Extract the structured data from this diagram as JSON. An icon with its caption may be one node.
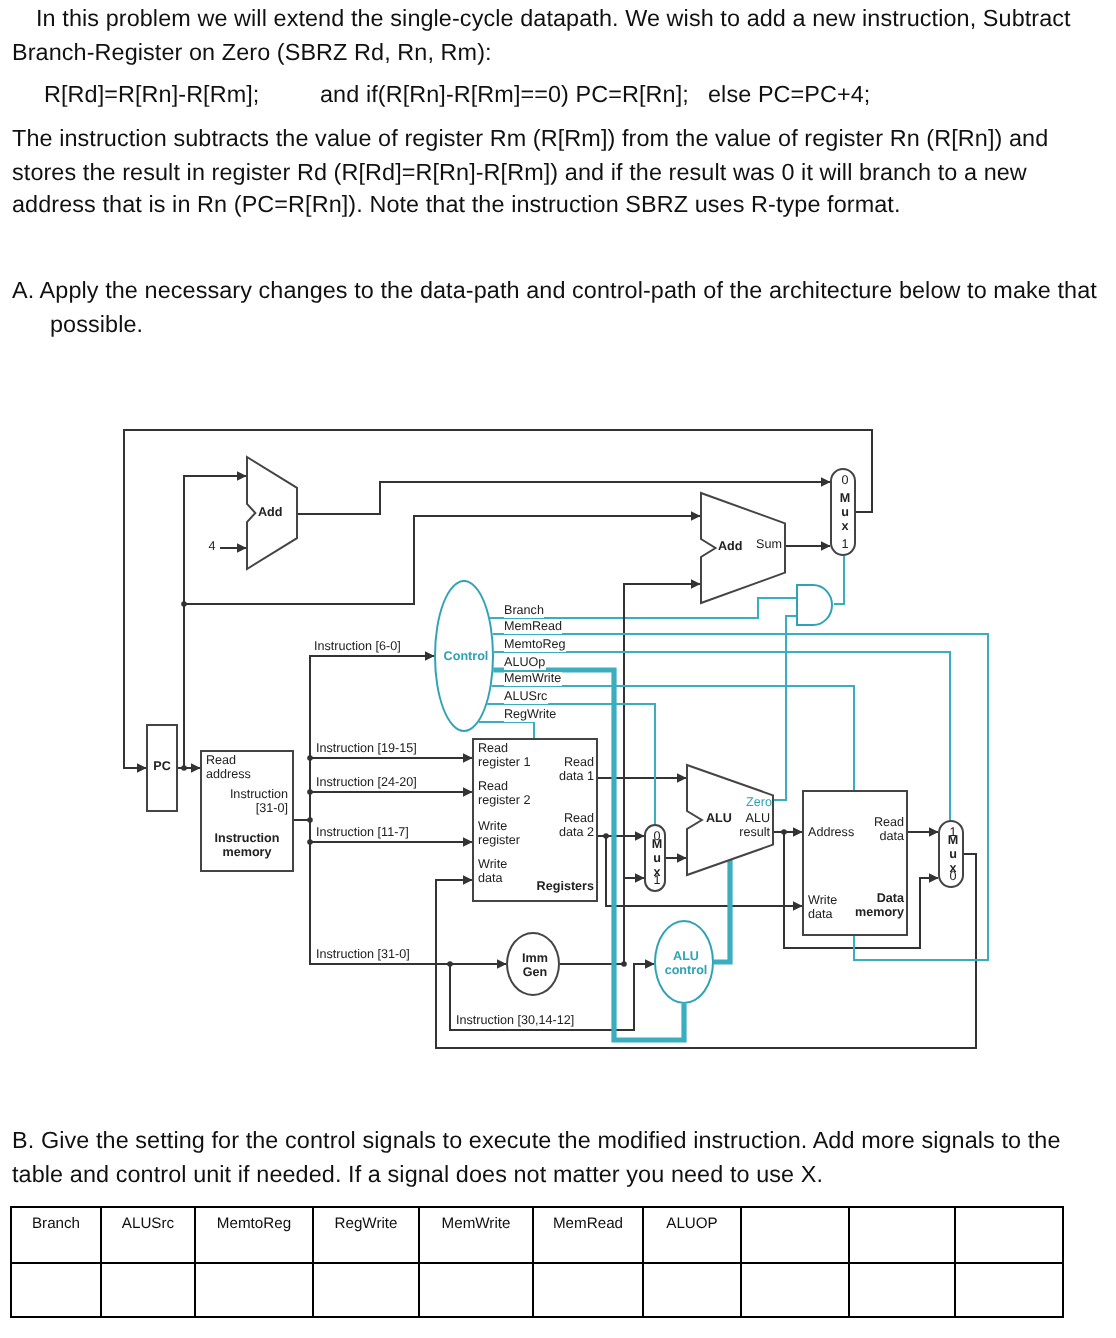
{
  "diagram": {
    "nodes": [
      {
        "text": [
          "PC"
        ]
      },
      {
        "text": [
          "Add"
        ]
      },
      {
        "text": [
          "4"
        ]
      },
      {
        "text": [
          "Add",
          "Sum"
        ]
      },
      {
        "text": [
          "0",
          "Mux",
          "1"
        ]
      },
      {
        "text": [],
        "shape": "gate"
      },
      {
        "text": [
          "Control"
        ]
      },
      {
        "text": [
          "Read address",
          "Instruction [31-0]",
          "Instruction memory"
        ]
      },
      {
        "text": [
          "Read register 1",
          "Read data 1",
          "Read register 2",
          "Write register",
          "Read data 2",
          "Write data",
          "Registers"
        ]
      },
      {
        "text": [
          "Imm Gen"
        ]
      },
      {
        "text": [
          "0",
          "Mux",
          "1"
        ]
      },
      {
        "text": [
          "Zero",
          "ALU",
          "ALU result"
        ]
      },
      {
        "text": [
          "ALU control"
        ]
      },
      {
        "text": [
          "Address",
          "Read data",
          "Write data",
          "Data memory"
        ]
      },
      {
        "text": [
          "1",
          "Mux",
          "0"
        ]
      }
    ],
    "edges": [
      {
        "from": 0,
        "to": 7,
        "arrow": "to"
      },
      {
        "from": 0,
        "to": 1,
        "arrow": "to"
      },
      {
        "from": 2,
        "to": 1,
        "arrow": "to"
      },
      {
        "from": 0,
        "to": 3,
        "arrow": "to"
      },
      {
        "from": 1,
        "to": 4,
        "arrow": "to"
      },
      {
        "from": 3,
        "to": 4,
        "arrow": "to"
      },
      {
        "from": 4,
        "to": 0,
        "arrow": "to"
      },
      {
        "from": 5,
        "to": 4,
        "arrow": "none",
        "color": "#3aaebf"
      },
      {
        "from": 6,
        "to": 5,
        "arrow": "none",
        "label": "Branch",
        "color": "#3aaebf"
      },
      {
        "from": 11,
        "to": 5,
        "arrow": "none",
        "color": "#3aaebf"
      },
      {
        "from": 7,
        "to": 6,
        "arrow": "to",
        "label": "Instruction [6-0]"
      },
      {
        "from": 7,
        "to": 8,
        "arrow": "to",
        "label": "Instruction [19-15]"
      },
      {
        "from": 7,
        "to": 8,
        "arrow": "to",
        "label": "Instruction [24-20]"
      },
      {
        "from": 7,
        "to": 8,
        "arrow": "to",
        "label": "Instruction [11-7]"
      },
      {
        "from": 7,
        "to": 9,
        "arrow": "to",
        "label": "Instruction [31-0]"
      },
      {
        "from": 7,
        "to": 12,
        "arrow": "to",
        "label": "Instruction [30,14-12]"
      },
      {
        "from": 8,
        "to": 11,
        "arrow": "to"
      },
      {
        "from": 8,
        "to": 10,
        "arrow": "to"
      },
      {
        "from": 8,
        "to": 13,
        "arrow": "to"
      },
      {
        "from": 10,
        "to": 11,
        "arrow": "to"
      },
      {
        "from": 11,
        "to": 13,
        "arrow": "to"
      },
      {
        "from": 11,
        "to": 14,
        "arrow": "to"
      },
      {
        "from": 13,
        "to": 14,
        "arrow": "to"
      },
      {
        "from": 14,
        "to": 8,
        "arrow": "to"
      },
      {
        "from": 9,
        "to": 3,
        "arrow": "to"
      },
      {
        "from": 9,
        "to": 10,
        "arrow": "to"
      },
      {
        "from": 12,
        "to": 11,
        "arrow": "none",
        "style": "thick",
        "color": "#3aaebf"
      },
      {
        "from": 6,
        "to": 13,
        "arrow": "none",
        "label": "MemRead",
        "color": "#3aaebf"
      },
      {
        "from": 6,
        "to": 14,
        "arrow": "none",
        "label": "MemtoReg",
        "color": "#3aaebf"
      },
      {
        "from": 6,
        "to": 12,
        "arrow": "none",
        "label": "ALUOp",
        "style": "thick",
        "color": "#3aaebf"
      },
      {
        "from": 6,
        "to": 13,
        "arrow": "none",
        "label": "MemWrite",
        "color": "#3aaebf"
      },
      {
        "from": 6,
        "to": 10,
        "arrow": "none",
        "label": "ALUSrc",
        "color": "#3aaebf"
      },
      {
        "from": 6,
        "to": 8,
        "arrow": "none",
        "label": "RegWrite",
        "color": "#3aaebf"
      }
    ],
    "labels": [
      "In this problem we will extend the single-cycle datapath. We wish to add a new instruction, Subtract Branch-Register on Zero (SBRZ Rd, Rn, Rm):",
      "R[Rd]=R[Rn]-R[Rm];",
      "and if(R[Rn]-R[Rm]==0) PC=R[Rn];",
      "else PC=PC+4;",
      "The instruction subtracts the value of register Rm (R[Rm]) from the value of register Rn (R[Rn]) and stores the result in register Rd (R[Rd]=R[Rn]-R[Rm]) and if the result was 0 it will branch to a new address that is in Rn (PC=R[Rn]). Note that the instruction SBRZ uses R-type format.",
      "A. Apply the necessary changes to the data-path and control-path of the architecture below to make that possible.",
      "B. Give the setting for the control signals to execute the modified instruction. Add more signals to the table and control unit if needed. If a signal does not matter you need to use X.",
      "Branch",
      "ALUSrc",
      "MemtoReg",
      "RegWrite",
      "MemWrite",
      "MemRead",
      "ALUOP"
    ]
  }
}
